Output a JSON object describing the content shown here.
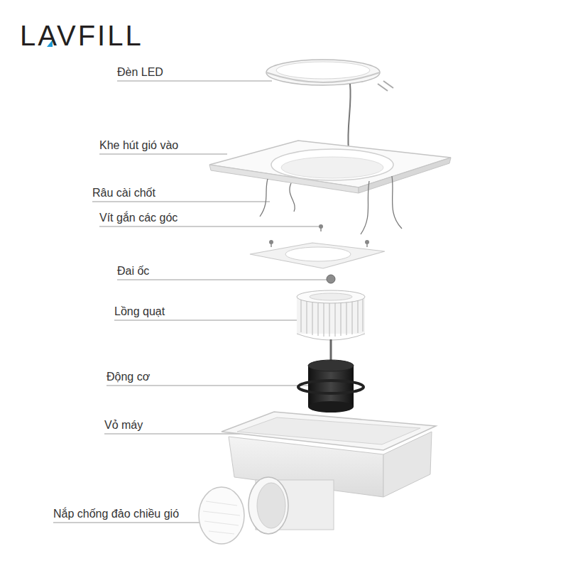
{
  "diagram": {
    "labels": [
      "LAVFILL",
      "Đèn LED",
      "Khe hút gió vào",
      "Râu cài chốt",
      "Vít gắn các góc",
      "Đai ốc",
      "Lồng quạt",
      "Động cơ",
      "Vỏ máy",
      "Nắp chống đảo chiều gió"
    ]
  }
}
